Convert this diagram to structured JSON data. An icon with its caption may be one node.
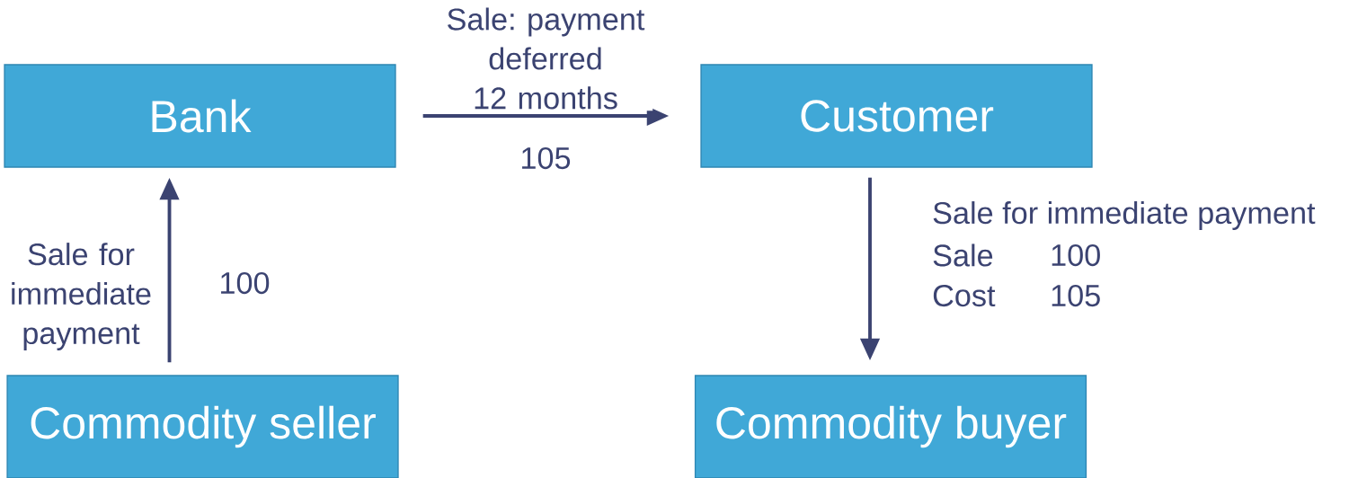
{
  "diagram": {
    "nodes": [
      {
        "text": [
          "Bank"
        ]
      },
      {
        "text": [
          "Customer"
        ]
      },
      {
        "text": [
          "Commodity seller"
        ]
      },
      {
        "text": [
          "Commodity buyer"
        ]
      }
    ],
    "edges": [
      {
        "from": 0,
        "to": 1,
        "arrow": "to",
        "label": "Sale: payment deferred 12 months"
      },
      {
        "from": 2,
        "to": 0,
        "arrow": "to",
        "label": "Sale for immediate payment"
      },
      {
        "from": 1,
        "to": 3,
        "arrow": "to",
        "label": "Sale for immediate payment"
      }
    ],
    "labels": [
      "105",
      "Sale",
      "100",
      "100",
      "Cost",
      "105"
    ]
  }
}
